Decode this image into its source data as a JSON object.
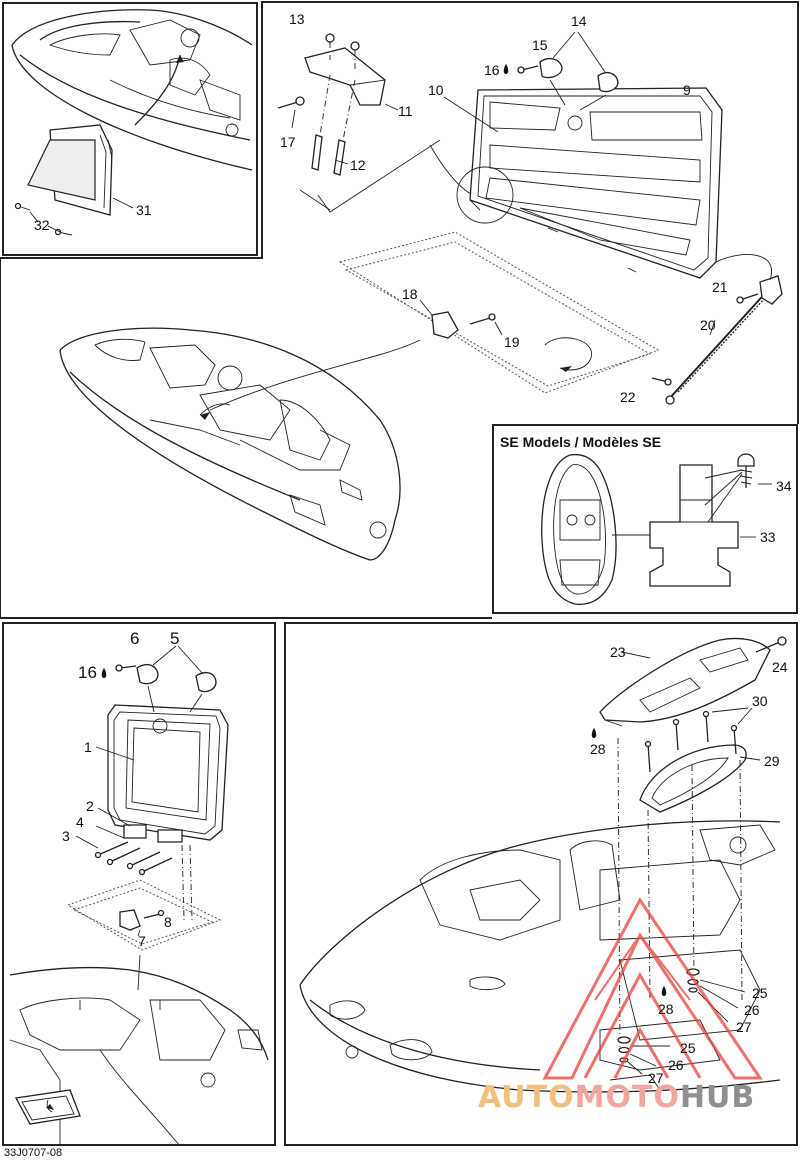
{
  "diagram_code": "33J0707-08",
  "se_title": "SE Models / Modèles SE",
  "watermark": {
    "part1": "AUTO",
    "part2": "MOTO",
    "part3": "HUB"
  },
  "callouts": {
    "c1": "1",
    "c2": "2",
    "c3": "3",
    "c4": "4",
    "c5": "5",
    "c6": "6",
    "c7": "7",
    "c8": "8",
    "c9": "9",
    "c10": "10",
    "c11": "11",
    "c12": "12",
    "c13": "13",
    "c14": "14",
    "c15": "15",
    "c16a": "16",
    "c16b": "16",
    "c17": "17",
    "c18": "18",
    "c19": "19",
    "c20": "20",
    "c21": "21",
    "c22": "22",
    "c23": "23",
    "c24": "24",
    "c25a": "25",
    "c25b": "25",
    "c26a": "26",
    "c26b": "26",
    "c27a": "27",
    "c27b": "27",
    "c28a": "28",
    "c28b": "28",
    "c29": "29",
    "c30": "30",
    "c31": "31",
    "c32": "32",
    "c33": "33",
    "c34": "34"
  },
  "colors": {
    "line": "#222222",
    "dotted": "#555555",
    "watermark_red": "#e8413a"
  }
}
